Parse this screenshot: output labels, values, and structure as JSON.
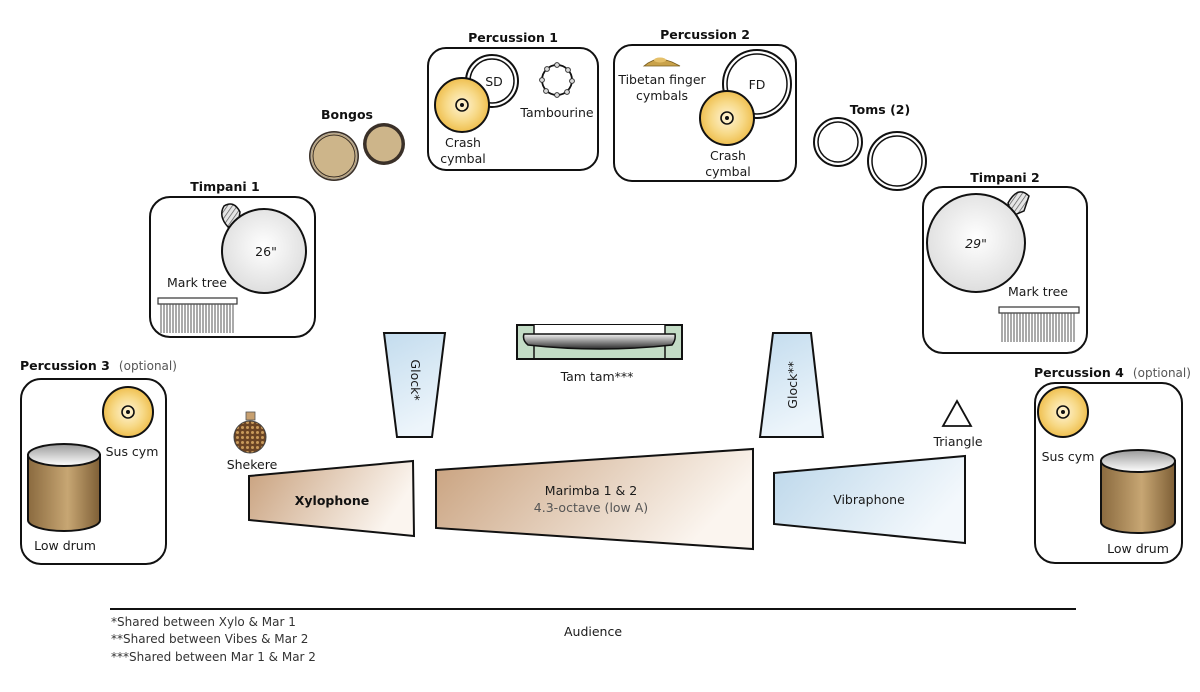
{
  "diagram": {
    "stations": {
      "percussion1": {
        "title": "Percussion 1",
        "sd": "SD",
        "tambourine": "Tambourine",
        "crash": [
          "Crash",
          "cymbal"
        ]
      },
      "percussion2": {
        "title": "Percussion 2",
        "finger_cymbals": [
          "Tibetan finger",
          "cymbals"
        ],
        "fd": "FD",
        "crash": [
          "Crash",
          "cymbal"
        ]
      },
      "bongos": {
        "title": "Bongos"
      },
      "toms": {
        "title": "Toms (2)"
      },
      "timpani1": {
        "title": "Timpani 1",
        "size": "26\"",
        "mark_tree": "Mark tree"
      },
      "timpani2": {
        "title": "Timpani 2",
        "size": "29\"",
        "mark_tree": "Mark tree"
      },
      "percussion3": {
        "title": "Percussion 3",
        "optional": "(optional)",
        "sus_cym": "Sus cym",
        "low_drum": "Low drum"
      },
      "percussion4": {
        "title": "Percussion 4",
        "optional": "(optional)",
        "sus_cym": "Sus cym",
        "low_drum": "Low drum"
      }
    },
    "instruments": {
      "glock_left": "Glock*",
      "glock_right": "Glock**",
      "tam_tam": "Tam tam***",
      "shekere": "Shekere",
      "triangle": "Triangle",
      "xylophone": "Xylophone",
      "marimba": "Marimba 1 & 2",
      "marimba_sub": "4.3-octave (low A)",
      "vibraphone": "Vibraphone"
    },
    "audience": "Audience",
    "footnotes": [
      "*Shared between Xylo & Mar 1",
      "**Shared between Vibes & Mar 2",
      "***Shared between Mar 1 & Mar 2"
    ],
    "colors": {
      "cymbal": "#f2c75c",
      "bongo": "#cdb58a",
      "wood": "#c9a17e",
      "metal_blue": "#c5dcec",
      "tamtam_green": "#c3dcc6",
      "timpani": "#eeeeee",
      "drum_shell": "#a07d4e"
    }
  }
}
